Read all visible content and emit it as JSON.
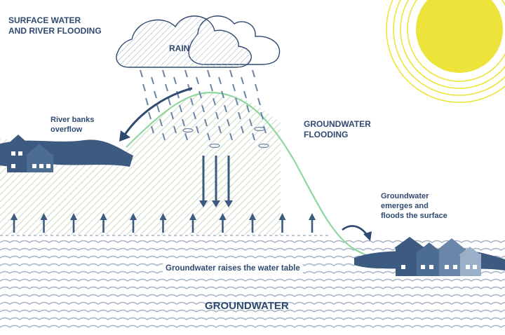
{
  "labels": {
    "surface_water": "SURFACE WATER\nAND RIVER FLOODING",
    "rain": "RAIN",
    "river_banks": "River banks\noverflow",
    "groundwater_flooding": "GROUNDWATER\nFLOODING",
    "groundwater_emerges": "Groundwater\nemerges and\nfloods the surface",
    "water_table": "Groundwater raises the water table",
    "groundwater": "GROUNDWATER"
  },
  "colors": {
    "ink": "#2f4a70",
    "house_dark": "#3d5a80",
    "house_mid": "#6a86a8",
    "house_light": "#9ab0c8",
    "hill_line": "#8fd6a0",
    "hatch": "#b8ccb0",
    "sun": "#ece43a",
    "rain": "#6a84a6",
    "wave": "#a7b4c4"
  },
  "icons": [
    "cloud-icon",
    "sun-icon",
    "house-icon",
    "arrow-up-icon",
    "arrow-down-icon",
    "curved-arrow-icon"
  ]
}
